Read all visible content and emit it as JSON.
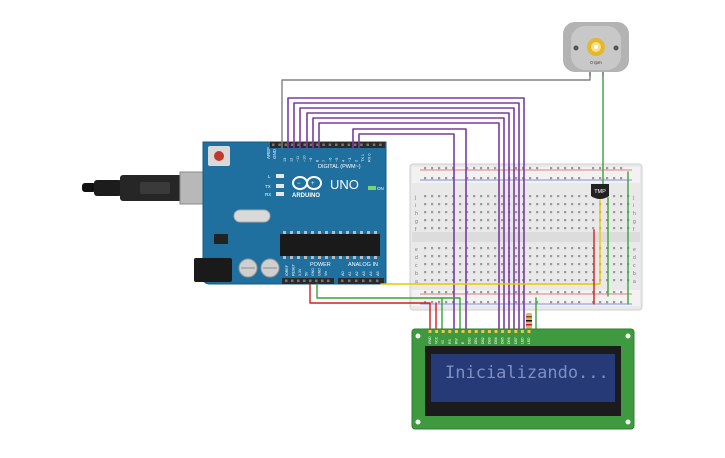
{
  "arduino": {
    "logo_text": "UNO",
    "brand_text": "ARDUINO",
    "digital_label": "DIGITAL (PWM~)",
    "power_label": "POWER",
    "analog_label": "ANALOG IN",
    "led_on_label": "ON",
    "tx_label": "TX",
    "rx_label": "RX",
    "l_label": "L",
    "gnd_label": "GND",
    "aref_label": "AREF",
    "digital_pins": [
      "13",
      "12",
      "~11",
      "~10",
      "~9",
      "8",
      "7",
      "~6",
      "~5",
      "4",
      "~3",
      "2",
      "TX 1",
      "RX 0"
    ],
    "power_pins": [
      "IOREF",
      "RESET",
      "3.3V",
      "5V",
      "GND",
      "GND",
      "Vin"
    ],
    "analog_pins": [
      "A0",
      "A1",
      "A2",
      "A3",
      "A4",
      "A5"
    ]
  },
  "sensor": {
    "label": "TMP"
  },
  "motor": {
    "label": "0 rpm"
  },
  "breadboard": {
    "row_letters_top": [
      "j",
      "i",
      "h",
      "g",
      "f"
    ],
    "row_letters_bottom": [
      "e",
      "d",
      "c",
      "b",
      "a"
    ]
  },
  "lcd": {
    "display_text": "Inicializando...",
    "pin_labels": [
      "GND",
      "VCC",
      "V0",
      "RS",
      "RW",
      "E",
      "DB0",
      "DB1",
      "DB2",
      "DB3",
      "DB4",
      "DB5",
      "DB6",
      "DB7",
      "LED",
      "LED"
    ]
  },
  "colors": {
    "board": "#1f6f9f",
    "wire_purple": "#7a3d9c",
    "wire_red": "#d02020",
    "wire_green": "#3aa33a",
    "wire_yellow": "#e8c800",
    "wire_gray": "#808080",
    "lcd_screen": "#263a78",
    "lcd_text": "#7f8fc2",
    "lcd_pcb": "#3f9a3f"
  }
}
